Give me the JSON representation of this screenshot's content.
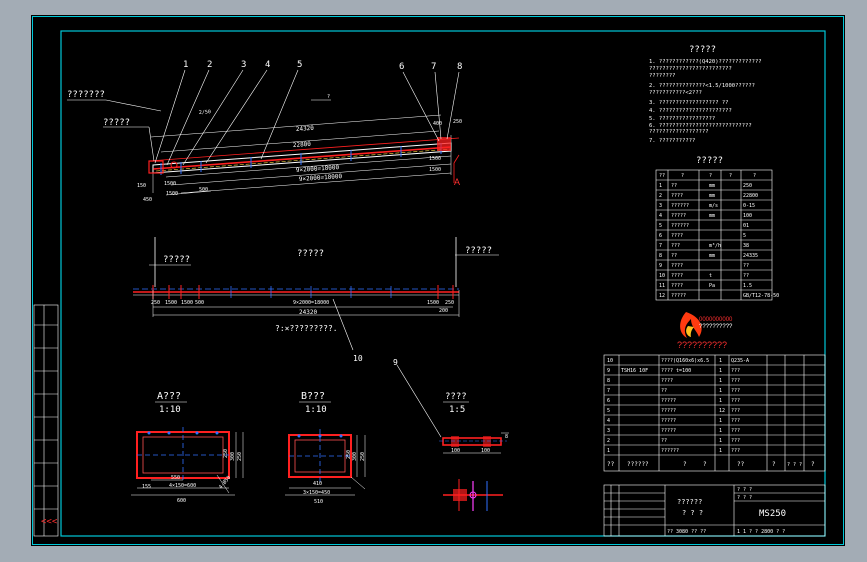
{
  "drawing": {
    "callouts": [
      "1",
      "2",
      "3",
      "4",
      "5",
      "6",
      "7",
      "8",
      "9",
      "10"
    ],
    "callout_labels": {
      "left_top": "???????",
      "left_mid": "?????",
      "mid_left": "?????",
      "mid_center": "?????",
      "mid_right": "?????"
    },
    "note_below_plan": "?:×?????????.",
    "elevation_dims": {
      "span_top": "24320",
      "span_mid": "22800",
      "lower1": "9×2000=18000",
      "lower2": "9×2000=18000",
      "top_small": "2/50",
      "left_a": "150",
      "left_b": "1500",
      "left_c": "1500",
      "left_d": "500",
      "right_a": "1500",
      "right_b": "1500",
      "left_bottom": "450",
      "right_top": "400",
      "right_mid": "250",
      "slope": "?"
    },
    "marker_a": "A",
    "plan_dims": {
      "segments": "9×2000=18000",
      "s1": "250",
      "s2": "1500",
      "s3": "1500",
      "s4": "500",
      "r1": "1500",
      "r2": "250",
      "total": "24320",
      "small": "200"
    },
    "section_a": {
      "title": "A???",
      "scale": "1:10",
      "dim_inner": "550",
      "dim_bottom1": "4×150=600",
      "dim_bottom2": "600",
      "dim_left": "155",
      "dim_right1": "250",
      "dim_right2": "300",
      "dim_right3": "250",
      "diag": "4-Ø50"
    },
    "section_b": {
      "title": "B???",
      "scale": "1:10",
      "dim_inner": "410",
      "dim_bottom1": "3×150=450",
      "dim_bottom2": "510",
      "dim_right1": "250",
      "dim_right2": "300",
      "dim_right3": "250"
    },
    "detail": {
      "title": "????",
      "scale": "1:5",
      "d1": "100",
      "d2": "100",
      "d3": "8"
    }
  },
  "notes": {
    "title": "?????",
    "lines": [
      "1. ????????????(Q420)?????????????",
      "    ?????????????????????????",
      "    ????????",
      "2. ??????????????<1.5/1000??????",
      "    ???????????<2???",
      "3. ??????????????????  ??",
      "4. ??????????????????????",
      "5. ?????????????????",
      "6. ????????????????????????????",
      "    ??????????????????",
      "7. ???????????"
    ]
  },
  "params": {
    "title": "?????",
    "headers": [
      "??",
      "?",
      "?",
      "?",
      "?"
    ],
    "rows": [
      [
        "1",
        "??",
        "mm",
        "250"
      ],
      [
        "2",
        "????",
        "mm",
        "22800"
      ],
      [
        "3",
        "??????",
        "m/s",
        "0-15"
      ],
      [
        "4",
        "?????",
        "mm",
        "100"
      ],
      [
        "5",
        "??????",
        "",
        "01"
      ],
      [
        "6",
        "????",
        "",
        "5"
      ],
      [
        "7",
        "???",
        "m³/h",
        "38"
      ],
      [
        "8",
        "??",
        "mm",
        "24335"
      ],
      [
        "9",
        "????",
        "",
        "??"
      ],
      [
        "10",
        "????",
        "t",
        "??"
      ],
      [
        "11",
        "????",
        "Pa",
        "1.5"
      ],
      [
        "12",
        "?????",
        "",
        "GB/T12-78-50"
      ]
    ]
  },
  "logo": {
    "line1": "0000000000",
    "line2": "??????????",
    "subtitle": "??????????"
  },
  "bom": {
    "rows": [
      [
        "10",
        "",
        "????(Q160x6)x6.5",
        "1",
        "Q235-A"
      ],
      [
        "9",
        "TSH16 10F",
        "????   t=100",
        "1",
        "???"
      ],
      [
        "8",
        "",
        "????",
        "1",
        "???"
      ],
      [
        "7",
        "",
        "??",
        "1",
        "???"
      ],
      [
        "6",
        "",
        "?????",
        "1",
        "???"
      ],
      [
        "5",
        "",
        "?????",
        "12",
        "???"
      ],
      [
        "4",
        "",
        "?????",
        "1",
        "???"
      ],
      [
        "3",
        "",
        "?????",
        "1",
        "???"
      ],
      [
        "2",
        "",
        "??",
        "1",
        "???"
      ],
      [
        "1",
        "",
        "??????",
        "1",
        "???"
      ]
    ],
    "header": [
      "??",
      "??????",
      "?",
      "?",
      "??",
      "?",
      "? ? ?",
      "?"
    ]
  },
  "titleblock": {
    "name": "??????",
    "sub": "?  ?  ?",
    "code": "MS250",
    "small_a": "? ? ?",
    "small_b": "? ? ?",
    "bottom": "??  3080 ??    ??",
    "bottom_r": "1  1  ?   ?  2800  ?  ?"
  }
}
